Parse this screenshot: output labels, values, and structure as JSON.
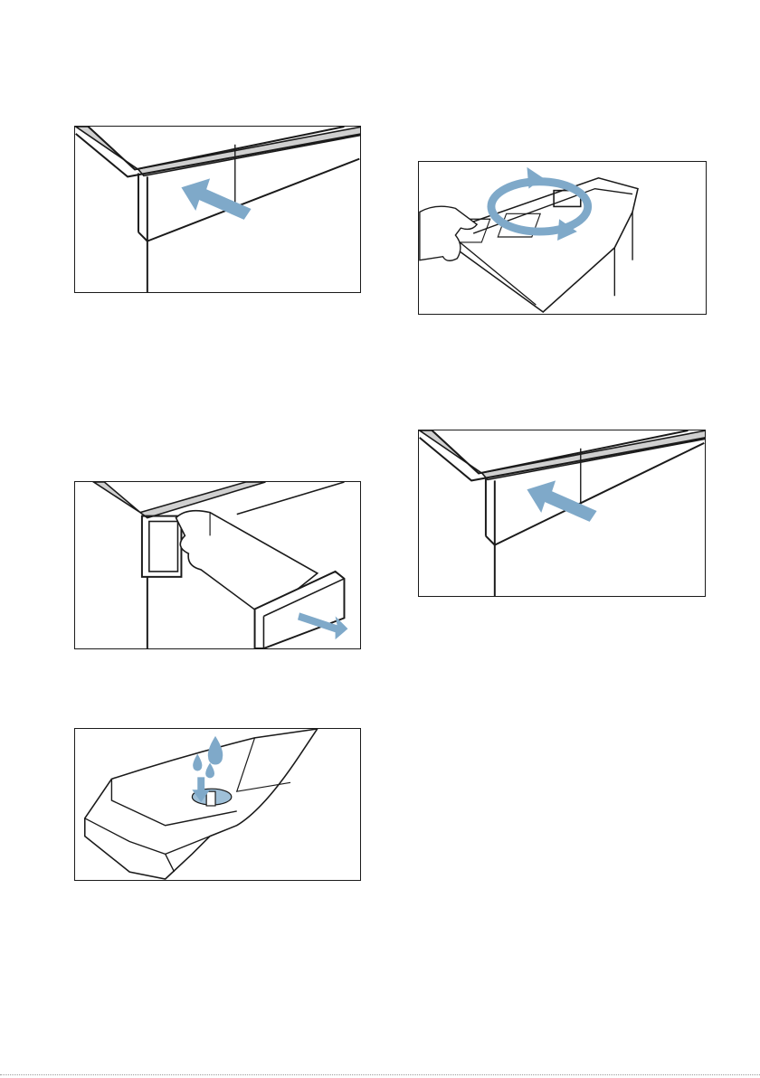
{
  "figures": [
    {
      "id": "fig1",
      "depicts": "insert-drawer-arrow-icon"
    },
    {
      "id": "fig2",
      "depicts": "rotate-drawer-arrows-icon"
    },
    {
      "id": "fig3",
      "depicts": "insert-drawer-arrow-icon"
    },
    {
      "id": "fig4",
      "depicts": "pull-out-drawer-icon"
    },
    {
      "id": "fig5",
      "depicts": "water-drops-siphon-icon"
    }
  ],
  "colors": {
    "arrow": "#7fa9c9",
    "line": "#1a1a1a",
    "gray_band": "#d0d0d0"
  }
}
